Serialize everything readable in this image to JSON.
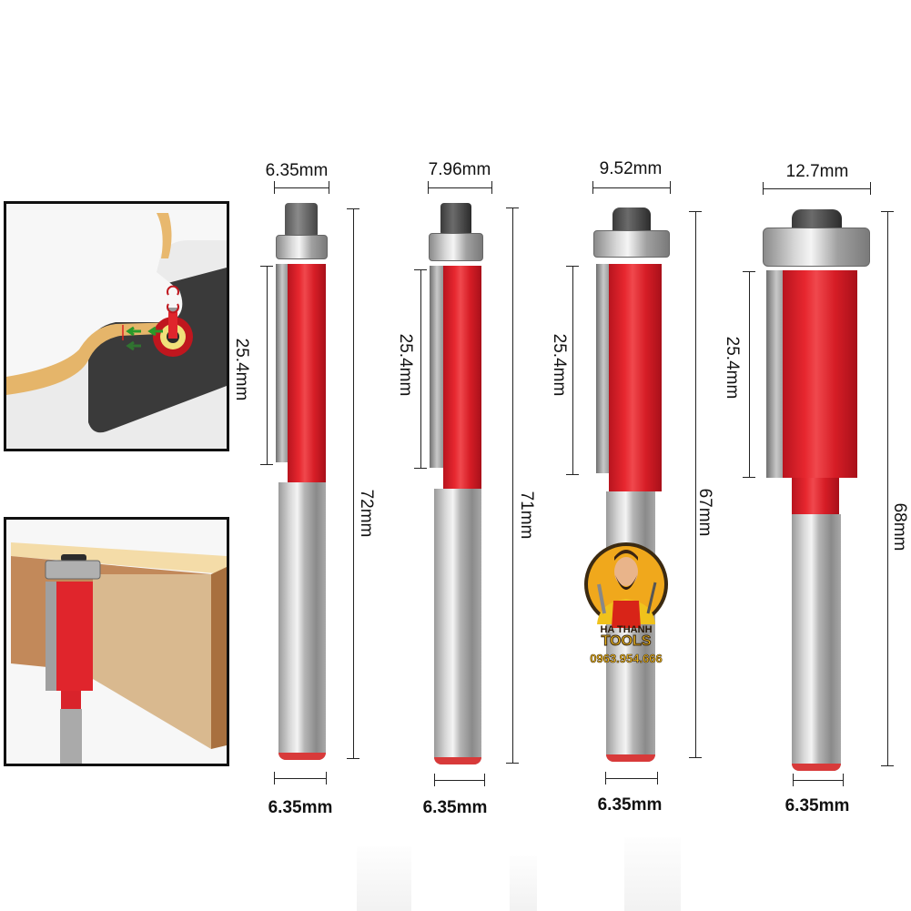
{
  "product": {
    "type": "flush-trim-router-bits",
    "color_accent": "#e02a30",
    "bits": [
      {
        "index": 1,
        "bearing_diameter": "6.35mm",
        "cutting_length": "25.4mm",
        "total_length": "72mm",
        "shank_diameter": "6.35mm"
      },
      {
        "index": 2,
        "bearing_diameter": "7.96mm",
        "cutting_length": "25.4mm",
        "total_length": "71mm",
        "shank_diameter": "6.35mm"
      },
      {
        "index": 3,
        "bearing_diameter": "9.52mm",
        "cutting_length": "25.4mm",
        "total_length": "67mm",
        "shank_diameter": "6.35mm"
      },
      {
        "index": 4,
        "bearing_diameter": "12.7mm",
        "cutting_length": "25.4mm",
        "total_length": "68mm",
        "shank_diameter": "6.35mm"
      }
    ]
  },
  "illustrations": [
    {
      "name": "curve-trimming-illustration"
    },
    {
      "name": "edge-trimming-illustration"
    }
  ],
  "watermark": {
    "brand_line1": "HA THANH",
    "brand_line2": "TOOLS",
    "phone": "0963.954.666"
  }
}
